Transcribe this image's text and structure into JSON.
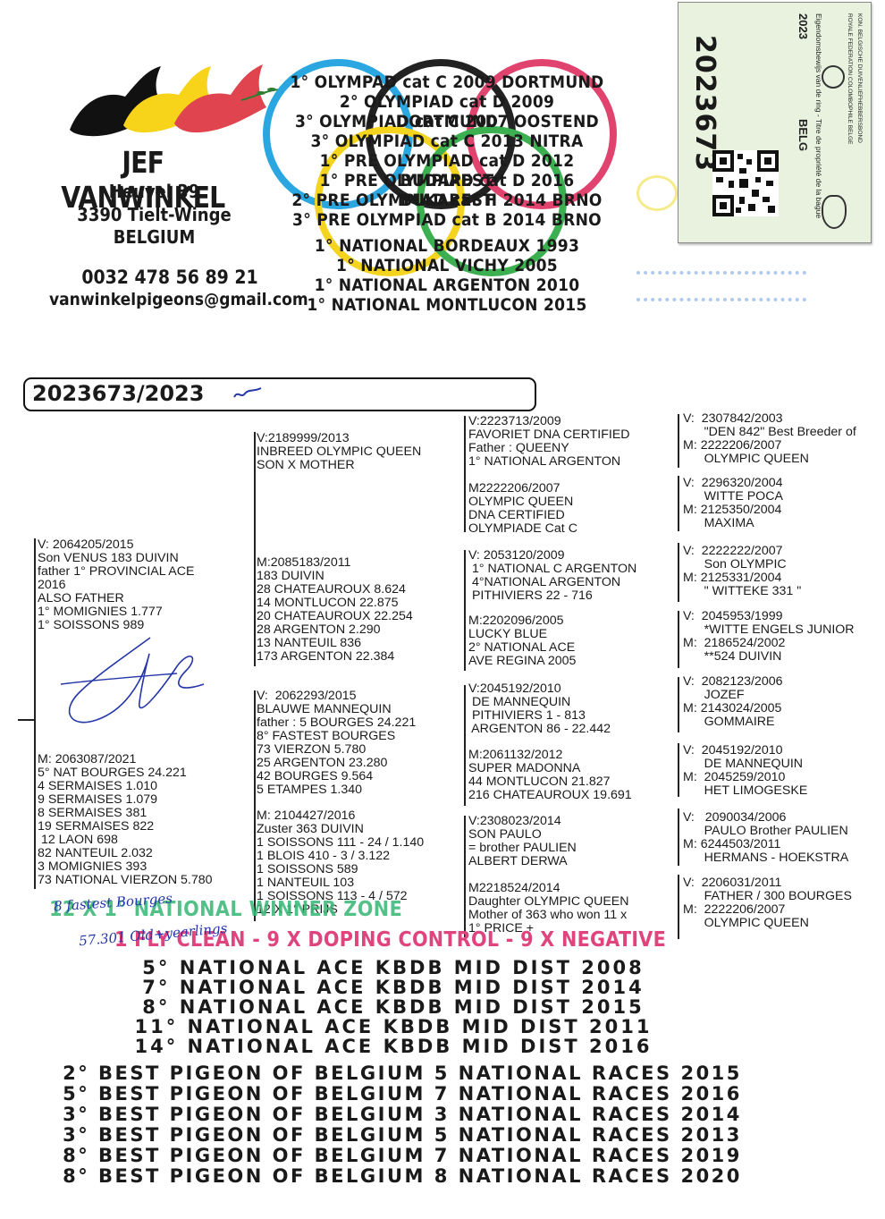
{
  "header": {
    "name": "JEF VANWINKEL",
    "street": "Heuvel  39",
    "city": "3390  Tielt-Winge",
    "country": "BELGIUM",
    "phone": "0032  478  56  89  21",
    "email": "vanwinkelpigeons@gmail.com",
    "colors": {
      "black": "#111111",
      "yellow": "#f7d31a",
      "red": "#e0444e"
    }
  },
  "achievements": [
    "1° OLYMPAD cat C 2009 DORTMUND",
    "2° OLYMPIAD cat D 2009 DORTMUND",
    "3° OLYMPIAD cat C 2007 OOSTEND",
    "3° OLYMPIAD cat C 2013 NITRA",
    "1° PRE OLYMPIAD cat D 2012 BUDAPEST",
    "1° PRE OLYMPIAD cat D 2016 BUKAREST",
    "2° PRE OLYMPIAD cat H 2014 BRNO",
    "3° PRE OLYMPIAD cat B 2014 BRNO",
    "1° NATIONAL BORDEAUX 1993",
    "1° NATIONAL VICHY 2005",
    "1° NATIONAL ARGENTON 2010",
    "1° NATIONAL MONTLUCON 2015"
  ],
  "ring_tag": {
    "number": "2023673",
    "year": "2023",
    "country": "BELG",
    "federation_nl": "KON. BELGISCHE DUIVENLIEFHEBBERSBOND",
    "federation_fr": "ROYALE FEDERATION COLOMBOPHILE BELGE",
    "caption": "Eigendomsbewijs van de ring - Titre de propriété de la bague"
  },
  "pedigree_title": "2023673/2023",
  "pedigree": {
    "sire": "V: 2064205/2015\nSon VENUS 183 DUIVIN\nfather 1° PROVINCIAL ACE\n2016\nALSO FATHER\n1° MOMIGNIES 1.777\n1° SOISSONS 989",
    "dam": "M: 2063087/2021\n5° NAT BOURGES 24.221\n4 SERMAISES 1.010\n9 SERMAISES 1.079\n8 SERMAISES 381\n19 SERMAISES 822\n 12 LAON 698\n82 NANTEUIL 2.032\n3 MOMIGNIES 393\n73 NATIONAL VIERZON 5.780",
    "gen2": [
      "V:2189999/2013\nINBREED OLYMPIC QUEEN\nSON X MOTHER",
      "M:2085183/2011\n183 DUIVIN\n28 CHATEAUROUX 8.624\n14 MONTLUCON 22.875\n20 CHATEAUROUX 22.254\n28 ARGENTON 2.290\n13 NANTEUIL 836\n173 ARGENTON 22.384",
      "V:  2062293/2015\nBLAUWE MANNEQUIN\nfather : 5 BOURGES 24.221\n8° FASTEST BOURGES\n73 VIERZON 5.780\n25 ARGENTON 23.280\n42 BOURGES 9.564\n5 ETAMPES 1.340",
      "M: 2104427/2016\nZuster 363 DUIVIN\n1 SOISSONS 111 - 24 / 1.140\n1 BLOIS 410 - 3 / 3.122\n1 SOISSONS 589\n1 NANTEUIL 103\n1 SOISSONS 113 - 4 / 572\n12 X 1° PRIJS"
    ],
    "gen3": [
      "V:2223713/2009\nFAVORIET DNA CERTIFIED\nFather : QUEENY\n1° NATIONAL ARGENTON",
      "M2222206/2007\nOLYMPIC QUEEN\nDNA CERTIFIED\nOLYMPIADE Cat C",
      "V: 2053120/2009\n 1° NATIONAL C ARGENTON\n 4°NATIONAL ARGENTON\n PITHIVIERS 22 - 716",
      "M:2202096/2005\nLUCKY BLUE\n2° NATIONAL ACE\nAVE REGINA 2005",
      "V:2045192/2010\n DE MANNEQUIN\n PITHIVIERS 1 - 813\n ARGENTON 86 - 22.442",
      "M:2061132/2012\nSUPER MADONNA\n44 MONTLUCON 21.827\n216 CHATEAUROUX 19.691",
      "V:2308023/2014\nSON PAULO\n= brother PAULIEN\nALBERT DERWA",
      "M2218524/2014\nDaughter OLYMPIC QUEEN\nMother of 363 who won 11 x\n1° PRICE +"
    ],
    "gen4": [
      "V:  2307842/2003\n      \"DEN 842\" Best Breeder of\nM: 2222206/2007\n      OLYMPIC QUEEN",
      "V:  2296320/2004\n      WITTE POCA\nM: 2125350/2004\n      MAXIMA",
      "V:  2222222/2007\n      Son OLYMPIC\nM: 2125331/2004\n      \" WITTEKE 331 \"",
      "V:  2045953/1999\n      *WITTE ENGELS JUNIOR\nM:  2186524/2002\n      **524 DUIVIN",
      "V:  2082123/2006\n      JOZEF\nM: 2143024/2005\n      GOMMAIRE",
      "V:  2045192/2010\n      DE MANNEQUIN\nM:  2045259/2010\n      HET LIMOGESKE",
      "V:   2090034/2006\n      PAULO Brother PAULIEN\nM: 6244503/2011\n      HERMANS - HOEKSTRA",
      "V:  2206031/2011\n      FATHER / 300 BOURGES\nM:  2222206/2007\n      OLYMPIC QUEEN"
    ]
  },
  "banner_green": "12 X 1° NATIONAL WINNER ZONE",
  "banner_pink": "1 FLY CLEAN - 9 X DOPING CONTROL - 9 X NEGATIVE",
  "handwritten": {
    "note1": "8 fastest Bourges",
    "note2": "57.301 Old+yearlings"
  },
  "national_ace": [
    "5°  NATIONAL  ACE  KBDB  MID  DIST  2008",
    "7°  NATIONAL  ACE  KBDB  MID  DIST  2014",
    "8°  NATIONAL  ACE  KBDB  MID  DIST  2015",
    "11°  NATIONAL  ACE  KBDB  MID  DIST  2011",
    "14°  NATIONAL  ACE  KBDB  MID  DIST  2016"
  ],
  "best_pigeon": [
    "2°  BEST  PIGEON  OF  BELGIUM  5  NATIONAL  RACES  2015",
    "5°  BEST  PIGEON  OF  BELGIUM  7  NATIONAL  RACES  2016",
    "3°  BEST  PIGEON  OF  BELGIUM  3  NATIONAL  RACES  2014",
    "3°  BEST  PIGEON  OF  BELGIUM  5  NATIONAL  RACES  2013",
    "8°  BEST  PIGEON  OF  BELGIUM  7  NATIONAL  RACES  2019",
    "8°  BEST  PIGEON  OF  BELGIUM  8  NATIONAL  RACES  2020"
  ]
}
